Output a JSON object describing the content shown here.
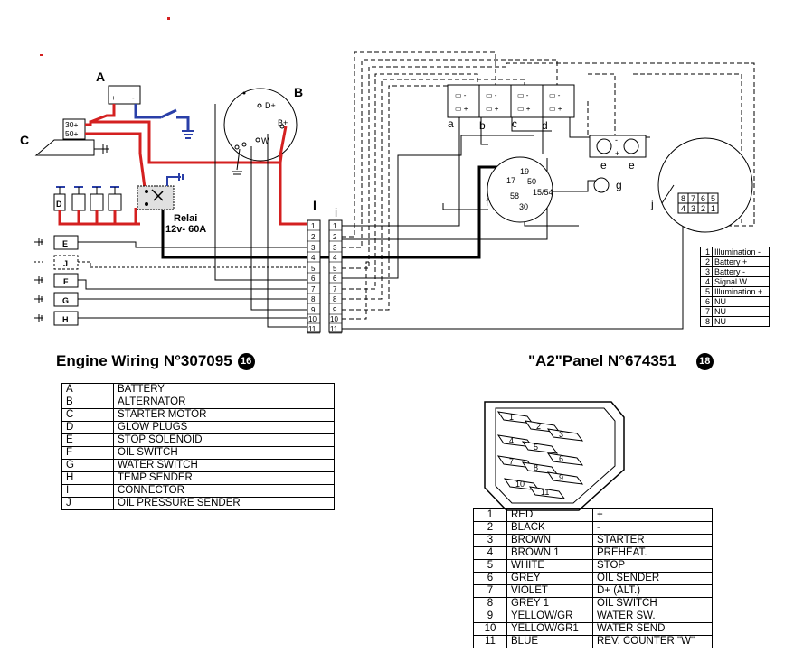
{
  "engine": {
    "title": "Engine Wiring N°307095",
    "badge": "16",
    "legend": [
      {
        "code": "A",
        "name": "BATTERY"
      },
      {
        "code": "B",
        "name": "ALTERNATOR"
      },
      {
        "code": "C",
        "name": "STARTER MOTOR"
      },
      {
        "code": "D",
        "name": "GLOW PLUGS"
      },
      {
        "code": "E",
        "name": "STOP SOLENOID"
      },
      {
        "code": "F",
        "name": "OIL SWITCH"
      },
      {
        "code": "G",
        "name": "WATER SWITCH"
      },
      {
        "code": "H",
        "name": "TEMP SENDER"
      },
      {
        "code": "I",
        "name": "CONNECTOR"
      },
      {
        "code": "J",
        "name": "OIL PRESSURE SENDER"
      }
    ]
  },
  "panel": {
    "title": "\"A2\"Panel N°674351",
    "badge": "18",
    "wires": [
      {
        "num": "1",
        "color": "RED",
        "function": "+"
      },
      {
        "num": "2",
        "color": "BLACK",
        "function": "-"
      },
      {
        "num": "3",
        "color": "BROWN",
        "function": "STARTER"
      },
      {
        "num": "4",
        "color": "BROWN 1",
        "function": "PREHEAT."
      },
      {
        "num": "5",
        "color": "WHITE",
        "function": "STOP"
      },
      {
        "num": "6",
        "color": "GREY",
        "function": "OIL SENDER"
      },
      {
        "num": "7",
        "color": "VIOLET",
        "function": "D+ (ALT.)"
      },
      {
        "num": "8",
        "color": "GREY 1",
        "function": "OIL SWITCH"
      },
      {
        "num": "9",
        "color": "YELLOW/GR",
        "function": "WATER SW."
      },
      {
        "num": "10",
        "color": "YELLOW/GR1",
        "function": "WATER SEND"
      },
      {
        "num": "11",
        "color": "BLUE",
        "function": "REV. COUNTER \"W\""
      }
    ],
    "rev_connector": [
      {
        "num": "1",
        "label": "Illumination -"
      },
      {
        "num": "2",
        "label": "Battery +"
      },
      {
        "num": "3",
        "label": "Battery -"
      },
      {
        "num": "4",
        "label": "Signal W"
      },
      {
        "num": "5",
        "label": "Illumination +"
      },
      {
        "num": "6",
        "label": "NU"
      },
      {
        "num": "7",
        "label": "NU"
      },
      {
        "num": "8",
        "label": "NU"
      }
    ]
  },
  "diagram": {
    "components": {
      "A": "A",
      "B": "B",
      "C": "C",
      "I": "I",
      "i_small": "i"
    },
    "starter_terminals": [
      "30+",
      "50+"
    ],
    "alternator_terminals": [
      "D+",
      "B+",
      "W"
    ],
    "relay_label": "Relai",
    "relay_rating": "12v- 60A",
    "switch_pins": [
      "19",
      "17",
      "58",
      "50",
      "15/54",
      "30"
    ],
    "gauge_letters": [
      "a",
      "b",
      "c",
      "d",
      "e",
      "e",
      "f",
      "g",
      "j"
    ],
    "gauge_rev_pins_top": [
      "8",
      "7",
      "6",
      "5"
    ],
    "gauge_rev_pins_bottom": [
      "4",
      "3",
      "2",
      "1"
    ],
    "colors": {
      "power": "#d42020",
      "ground": "#2a3fa8",
      "relay_signal": "#000000",
      "line": "#000000"
    }
  }
}
